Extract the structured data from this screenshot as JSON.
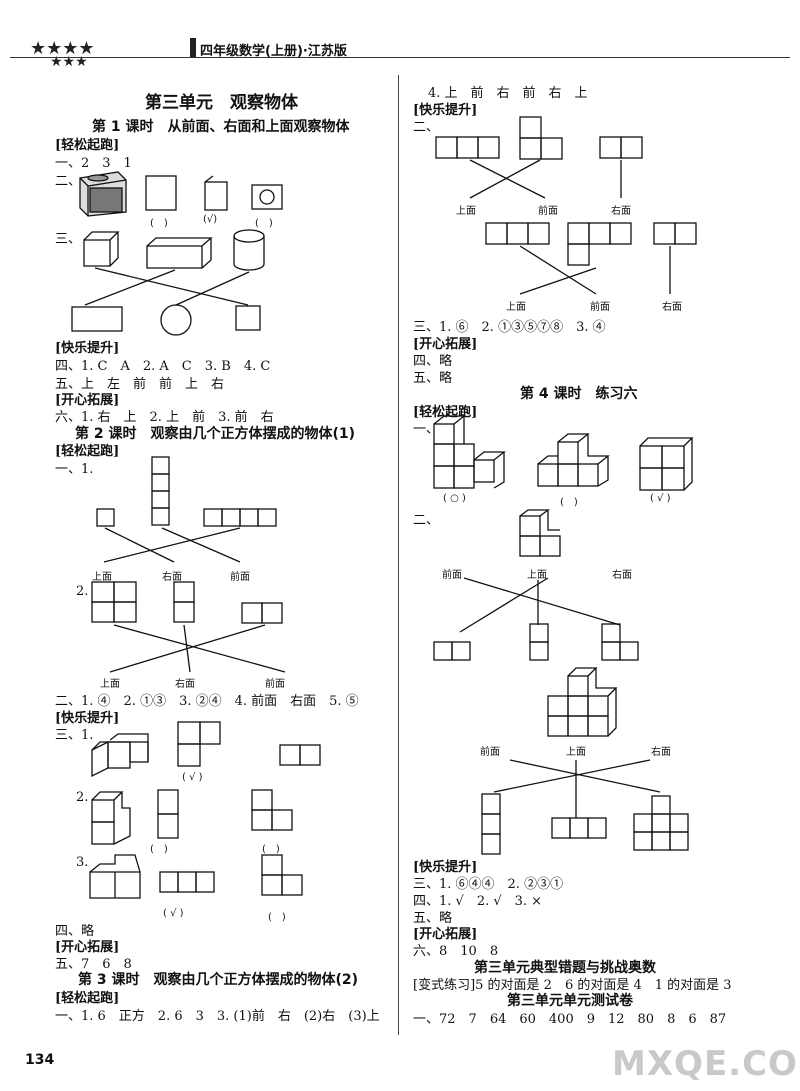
{
  "header": {
    "title": "四年级数学(上册)·江苏版"
  },
  "left": {
    "unit_title": "第三单元　观察物体",
    "l1_title": "第 1 课时　从前面、右面和上面观察物体",
    "l1_s1": "[轻松起跑]",
    "l1_q1": "一、2　3　1",
    "l1_q2": "二、",
    "l1_q3": "三、",
    "mark_blank": "(　)",
    "mark_check": "(√)",
    "mark_check_sp": "( √ )",
    "l1_s2": "[快乐提升]",
    "l1_q4": "四、1. C　A　2. A　C　3. B　4. C",
    "l1_q5": "五、上　左　前　前　上　右",
    "l1_s3": "[开心拓展]",
    "l1_q6": "六、1. 右　上　2. 上　前　3. 前　右",
    "l2_title": "第 2 课时　观察由几个正方体摆成的物体(1)",
    "l2_s1": "[轻松起跑]",
    "l2_q1": "一、1.",
    "lbl_top": "上面",
    "lbl_right": "右面",
    "lbl_front": "前面",
    "n2": "2.",
    "n3": "3.",
    "l2_q2": "二、1. ④　2. ①③　3. ②④　4. 前面　右面　5. ⑤",
    "l2_s2": "[快乐提升]",
    "l2_q3": "三、1.",
    "l2_q4": "四、略",
    "l2_s3": "[开心拓展]",
    "l2_q5": "五、7　6　8",
    "l3_title": "第 3 课时　观察由几个正方体摆成的物体(2)",
    "l3_s1": "[轻松起跑]",
    "l3_q1": "一、1. 6　正方　2. 6　3　3. (1)前　右　(2)右　(3)上",
    "page_number": "134"
  },
  "right": {
    "r_q4": "4. 上　前　右　前　右　上",
    "r_s1": "[快乐提升]",
    "r_q2": "二、",
    "r_q3": "三、1. ⑥　2. ①③⑤⑦⑧　3. ④",
    "r_s2": "[开心拓展]",
    "r_q4b": "四、略",
    "r_q5": "五、略",
    "l4_title": "第 4 课时　练习六",
    "l4_s1": "[轻松起跑]",
    "l4_q1": "一、",
    "mark_circle": "( ○ )",
    "l4_q2": "二、",
    "l4_s2": "[快乐提升]",
    "l4_q3": "三、1. ⑥④④　2. ②③①",
    "l4_q4": "四、1. √　2. √　3. ×",
    "l4_q5": "五、略",
    "l4_s3": "[开心拓展]",
    "l4_q6": "六、8　10　8",
    "typ_title": "第三单元典型错题与挑战奥数",
    "typ_text": "[变式练习]5 的对面是 2　6 的对面是 4　1 的对面是 3",
    "test_title": "第三单元单元测试卷",
    "test_q1": "一、72　7　64　60　400　9　12　80　8　6　87"
  },
  "watermark": "MXQE.COM"
}
